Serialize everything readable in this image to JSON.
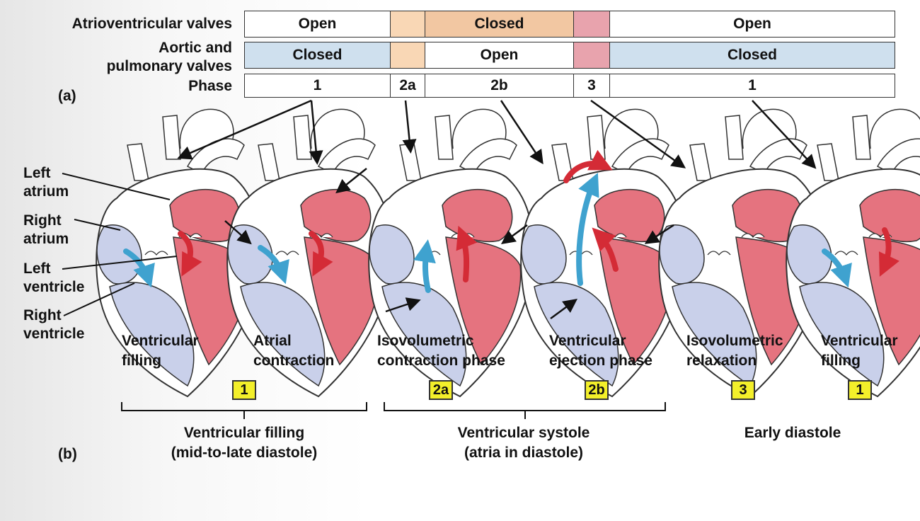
{
  "table": {
    "row_labels": {
      "av": "Atrioventricular valves",
      "semi_line1": "Aortic and",
      "semi_line2": "pulmonary valves",
      "phase": "Phase"
    },
    "part_label": "(a)",
    "av_row": [
      "Open",
      "",
      "Closed",
      "",
      "Open"
    ],
    "semi_row": [
      "Closed",
      "",
      "Open",
      "",
      "Closed"
    ],
    "phase_row": [
      "1",
      "2a",
      "2b",
      "3",
      "1"
    ],
    "colors": {
      "white": "#ffffff",
      "blue": "#cfe0ee",
      "peach_light": "#f9d7b5",
      "peach": "#f2c7a2",
      "pink": "#e8a3ad"
    }
  },
  "structure_labels": {
    "left_atrium": [
      "Left",
      "atrium"
    ],
    "right_atrium": [
      "Right",
      "atrium"
    ],
    "left_ventricle": [
      "Left",
      "ventricle"
    ],
    "right_ventricle": [
      "Right",
      "ventricle"
    ]
  },
  "stages": [
    {
      "line1": "Ventricular",
      "line2": "filling",
      "badge": "1"
    },
    {
      "line1": "Atrial",
      "line2": "contraction",
      "badge": ""
    },
    {
      "line1": "Isovolumetric",
      "line2": "contraction phase",
      "badge": "2a"
    },
    {
      "line1": "Ventricular",
      "line2": "ejection phase",
      "badge": "2b"
    },
    {
      "line1": "Isovolumetric",
      "line2": "relaxation",
      "badge": "3"
    },
    {
      "line1": "Ventricular",
      "line2": "filling",
      "badge": "1"
    }
  ],
  "groups": [
    {
      "line1": "Ventricular filling",
      "line2": "(mid-to-late diastole)"
    },
    {
      "line1": "Ventricular systole",
      "line2": "(atria in diastole)"
    },
    {
      "line1": "Early diastole",
      "line2": ""
    }
  ],
  "part_b_label": "(b)",
  "colors": {
    "oxygenated": "#e5737f",
    "deoxygenated": "#c9d0ea",
    "arrow_red": "#d42b36",
    "arrow_blue": "#3fa2cf",
    "badge": "#f3ef2a"
  }
}
